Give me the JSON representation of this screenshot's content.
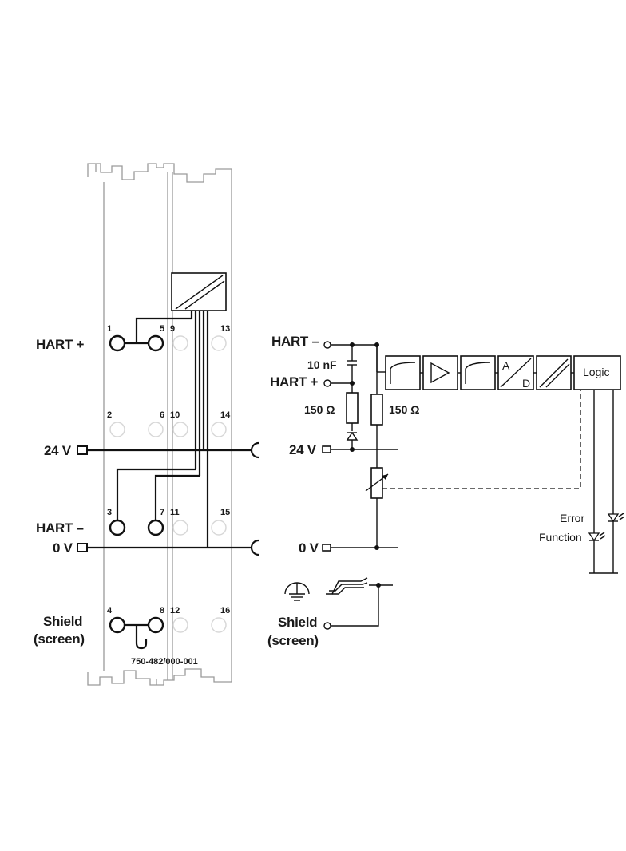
{
  "left_module": {
    "labels": {
      "hart_plus": "HART +",
      "v24": "24 V",
      "hart_minus": "HART –",
      "v0": "0 V",
      "shield": "Shield",
      "screen": "(screen)"
    },
    "terminal_numbers": [
      "1",
      "2",
      "3",
      "4",
      "5",
      "6",
      "7",
      "8",
      "9",
      "10",
      "11",
      "12",
      "13",
      "14",
      "15",
      "16"
    ],
    "part_number": "750-482/000-001"
  },
  "schematic": {
    "labels": {
      "hart_minus": "HART –",
      "capacitor": "10 nF",
      "hart_plus": "HART +",
      "resistor_left": "150 Ω",
      "resistor_right": "150 Ω",
      "v24": "24 V",
      "v0": "0 V",
      "shield": "Shield",
      "screen": "(screen)",
      "error": "Error",
      "function": "Function"
    },
    "blocks": {
      "logic": "Logic",
      "ad_a": "A",
      "ad_d": "D"
    }
  }
}
